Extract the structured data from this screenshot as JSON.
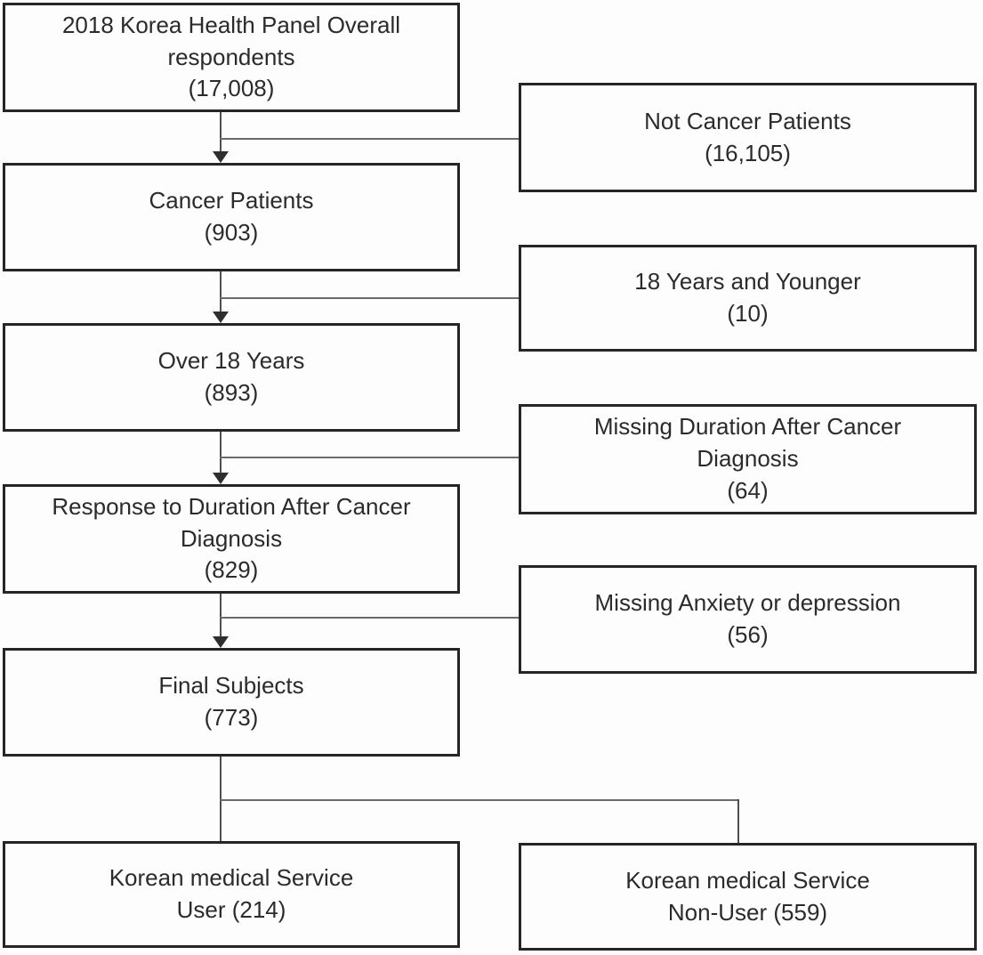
{
  "diagram": {
    "type": "flowchart",
    "description": "Participant selection flow, 2018 Korea Health Panel cancer patient study"
  },
  "colors": {
    "box_border": "#262626",
    "box_fill": "#fdfdfd",
    "connector_line": "#6b6b6b",
    "arrowhead": "#2e2e2e",
    "text": "#2b2b2b",
    "background": "#fdfdfd"
  },
  "nodes": {
    "overall": {
      "label": "2018 Korea Health Panel Overall respondents",
      "count": "(17,008)"
    },
    "not_cancer": {
      "label": "Not Cancer Patients",
      "count": "(16,105)"
    },
    "cancer": {
      "label": "Cancer Patients",
      "count": "(903)"
    },
    "younger": {
      "label": "18 Years and Younger",
      "count": "(10)"
    },
    "over18": {
      "label": "Over 18 Years",
      "count": "(893)"
    },
    "missing_duration": {
      "label": "Missing Duration After Cancer Diagnosis",
      "count": "(64)"
    },
    "response_duration": {
      "label": "Response to Duration After Cancer Diagnosis",
      "count": "(829)"
    },
    "missing_anxiety": {
      "label": "Missing Anxiety or depression",
      "count": "(56)"
    },
    "final": {
      "label": "Final Subjects",
      "count": "(773)"
    },
    "service_user": {
      "label": "Korean medical Service",
      "count": "User (214)"
    },
    "service_nonuser": {
      "label": "Korean medical Service",
      "count": "Non-User (559)"
    }
  }
}
